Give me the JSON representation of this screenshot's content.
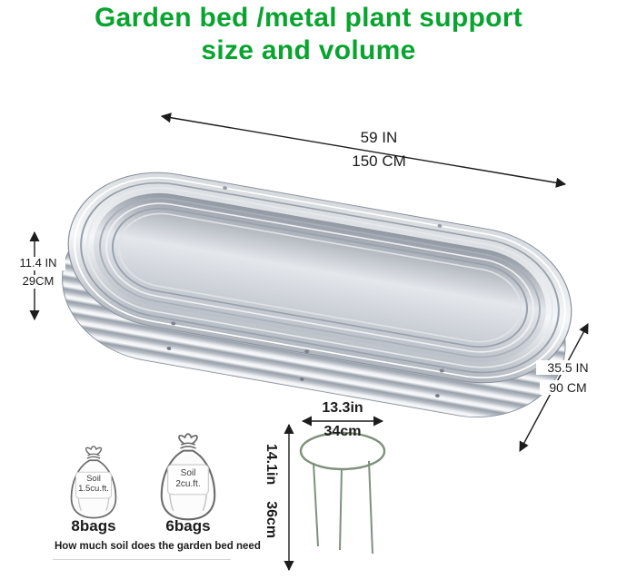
{
  "title": {
    "line1": "Garden bed /metal plant support",
    "line2": "size and volume"
  },
  "colors": {
    "title_green": "#09a42f",
    "metal_light": "#f4f6f8",
    "metal_dark": "#98a0aa",
    "support_green": "#7d917b",
    "arrow": "#1c1c1c"
  },
  "dimensions": {
    "length": {
      "inches": "59 IN",
      "cm": "150 CM"
    },
    "height": {
      "inches": "11.4 IN",
      "cm": "29CM"
    },
    "width": {
      "inches": "35.5 IN",
      "cm": "90 CM"
    }
  },
  "plant_support": {
    "diameter": {
      "inches": "13.3in",
      "cm": "34cm"
    },
    "height": {
      "inches": "14.1in",
      "cm": "36cm"
    }
  },
  "soil_guide": {
    "bags": [
      {
        "label_line1": "Soil",
        "label_line2": "1.5cu.ft.",
        "count": "8bags"
      },
      {
        "label_line1": "Soil",
        "label_line2": "2cu.ft.",
        "count": "6bags"
      }
    ],
    "note": "How much soil does the garden bed need"
  }
}
